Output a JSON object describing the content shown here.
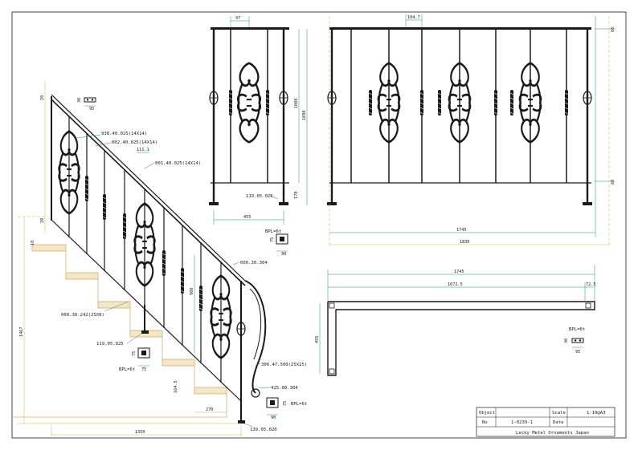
{
  "colors": {
    "line": "#1a1a1a",
    "dimension": "#1f8f7a",
    "extension": "#c9b24a",
    "bracket": "#d2b070",
    "background": "#ffffff"
  },
  "front_elevation": {
    "dim_spacing": "97",
    "dim_height_a": "1000",
    "dim_height_b": "1090",
    "dim_base": "178",
    "dim_width": "455",
    "part_post_base": "119.05.025"
  },
  "side_elevation": {
    "dim_spacing": "104.7",
    "dim_top": "60",
    "dim_bottom": "60",
    "dim_length_a": "1745",
    "dim_length_b": "1830"
  },
  "stair": {
    "part_rail_square": "938.40.025(14X14)",
    "part_bar_a": "002.40.025(14X14)",
    "part_bar_b": "001.40.025(14X14)",
    "dim_baluster": "111.1",
    "dim_top_a": "20",
    "dim_top_b": "20",
    "dim_side": "10",
    "dim_height": "900",
    "part_handrail": "000.30.304",
    "part_flat_bar": "000.30.242(25X8)",
    "part_post_base": "119.05.025",
    "part_curve": "306.47.500(25X25)",
    "part_cap": "425.00.304",
    "part_foot": "139.05.020",
    "dim_total_height": "1467",
    "dim_total_width": "1350",
    "dim_rise": "164.5",
    "dim_tread": "270"
  },
  "plates": {
    "top_w": "95",
    "top_h": "30",
    "mid_label": "BPL=6t",
    "mid_w": "90",
    "mid_h": "75",
    "left_label": "BPL=6t",
    "left_w": "75",
    "left_h": "75",
    "bottom_label": "BPL=6t",
    "bottom_w": "90",
    "bottom_h": "75",
    "right_label": "BPL=6t",
    "right_w": "95",
    "right_h": "30"
  },
  "plan_view": {
    "dim_overall": "1745",
    "dim_inner": "1672.5",
    "dim_end": "72.5",
    "dim_depth": "455"
  },
  "title_block": {
    "object_label": "Object",
    "object_value": "",
    "scale_label": "Scale",
    "scale_value": "1:10@A3",
    "no_label": "No",
    "no_value": "1-0239-1",
    "date_label": "Date",
    "date_value": "",
    "company": "Lecky Metal Ornaments Japan"
  }
}
